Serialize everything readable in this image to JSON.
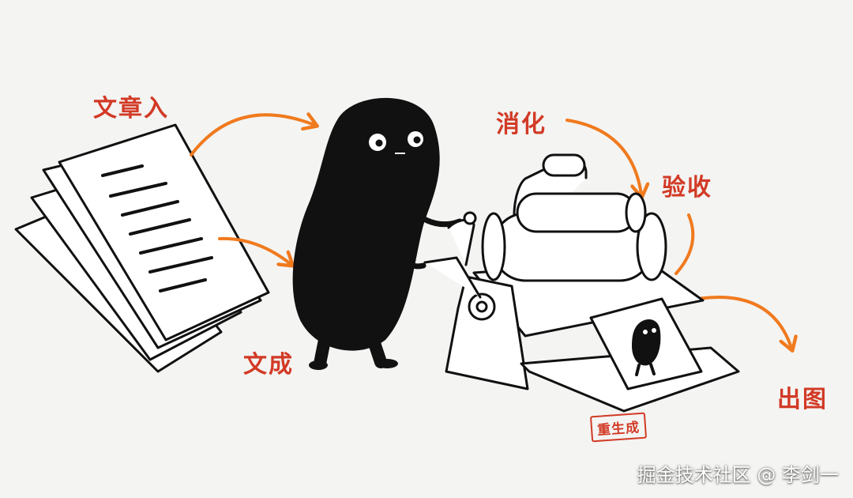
{
  "labels": {
    "article_in": "文章入",
    "text_out": "文成",
    "digest": "消化",
    "accept": "验收",
    "image_out": "出图",
    "regenerate_stamp": "重生成"
  },
  "watermark": "掘金技术社区 @ 李剑一",
  "colors": {
    "label": "#d23a26",
    "arrow": "#f07a1e",
    "ink": "#111111",
    "background": "#f4f4f2"
  }
}
